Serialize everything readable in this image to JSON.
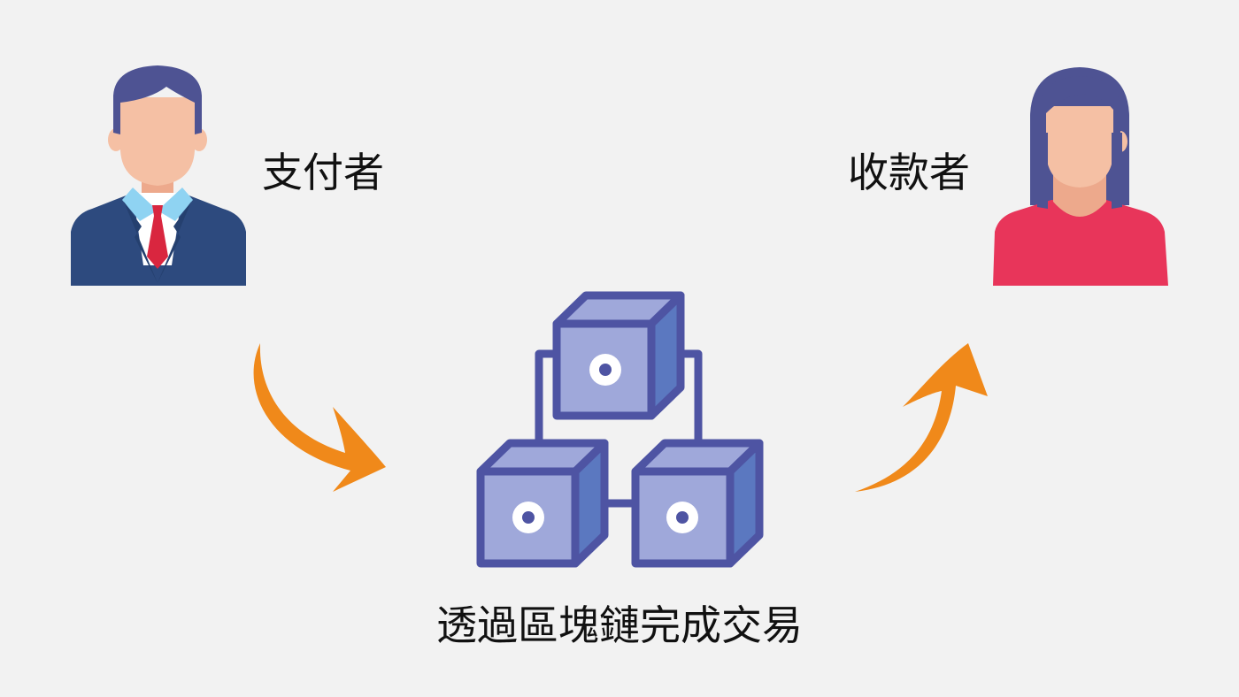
{
  "payer": {
    "label": "支付者",
    "icon": "businessman-icon"
  },
  "payee": {
    "label": "收款者",
    "icon": "woman-icon"
  },
  "blockchain": {
    "caption": "透過區塊鏈完成交易",
    "icon": "blockchain-cubes-icon"
  },
  "colors": {
    "background": "#f2f2f2",
    "arrow": "#f0891a",
    "cube_outline": "#4e54a3",
    "cube_front": "#9fa8da",
    "cube_side": "#5b78c0",
    "suit": "#2d4a7e",
    "tie": "#d9263f",
    "shirt": "#8fd3f2",
    "skin": "#f5c0a4",
    "hair": "#4e5393",
    "dress": "#e8355a"
  }
}
